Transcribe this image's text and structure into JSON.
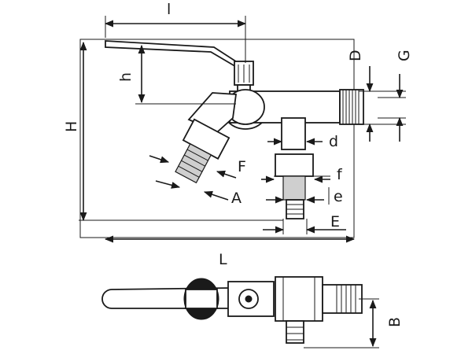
{
  "labels": {
    "l": "l",
    "h": "h",
    "H": "H",
    "D": "D",
    "G": "G",
    "d": "d",
    "F": "F",
    "f": "f",
    "A": "A",
    "e": "e",
    "E": "E",
    "L": "L",
    "B": "B"
  },
  "colors": {
    "ink": "#1a1a1a",
    "fill": "#ffffff",
    "shade": "#cfcfcf"
  }
}
